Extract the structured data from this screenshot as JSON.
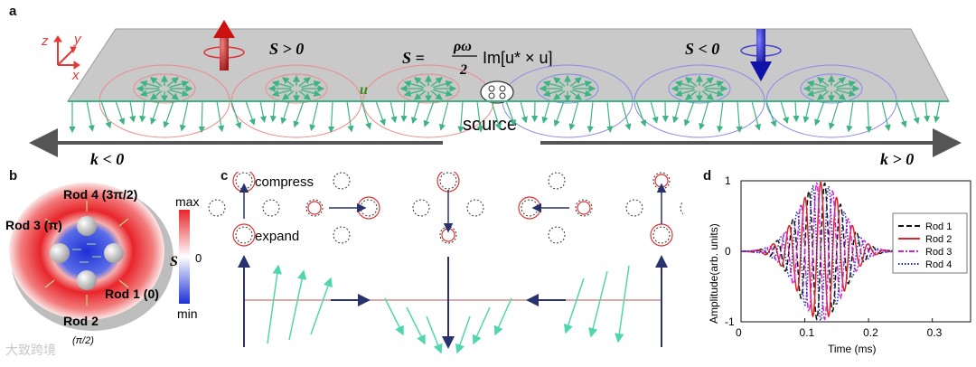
{
  "panels": {
    "a": {
      "letter": "a",
      "axes": {
        "z": "z",
        "y": "y",
        "x": "x"
      },
      "s_positive": "S > 0",
      "s_negative": "S < 0",
      "formula_lhs": "S =",
      "formula_num": "ρω",
      "formula_den": "2",
      "formula_rhs": "Im[u* × u]",
      "u_label": "u",
      "source_label": "source",
      "k_negative": "k < 0",
      "k_positive": "k > 0"
    },
    "b": {
      "letter": "b",
      "rod4": "Rod 4 (3π/2)",
      "rod3": "Rod 3 (π)",
      "rod1": "Rod 1 (0)",
      "rod2": "Rod 2",
      "rod2_phase": "(π/2)",
      "colorbar_max": "max",
      "colorbar_zero": "0",
      "colorbar_min": "min",
      "colorbar_symbol": "S",
      "colors": {
        "max": "#e8252b",
        "min": "#1d2fd6"
      }
    },
    "c": {
      "letter": "c",
      "compress_label": "compress",
      "expand_label": "expand",
      "arrow_color": "#28336e",
      "vector_color": "#4fd6ad"
    },
    "d": {
      "letter": "d",
      "ylabel": "Amplitude(arb. units)",
      "xlabel": "Time (ms)",
      "xticks": [
        "0",
        "0.1",
        "0.2",
        "0.3"
      ],
      "yticks": [
        "1",
        "0",
        "-1"
      ],
      "legend": [
        "Rod 1",
        "Rod 2",
        "Rod 3",
        "Rod 4"
      ]
    }
  },
  "chart_data": {
    "type": "line",
    "xlabel": "Time (ms)",
    "ylabel": "Amplitude(arb. units)",
    "xlim": [
      0,
      0.36
    ],
    "ylim": [
      -1,
      1
    ],
    "legend_position": "right",
    "grid": false,
    "series": [
      {
        "name": "Rod 1",
        "color": "#111111",
        "style": "dashed",
        "phase": 0
      },
      {
        "name": "Rod 2",
        "color": "#d9262b",
        "style": "solid",
        "phase": 1.5708
      },
      {
        "name": "Rod 3",
        "color": "#d020d8",
        "style": "dashdot",
        "phase": 3.1416
      },
      {
        "name": "Rod 4",
        "color": "#1f2bb5",
        "style": "dotted",
        "phase": 4.7124
      }
    ],
    "envelope_center_ms": 0.125,
    "envelope_width_ms": 0.05,
    "frequency_khz": 40
  },
  "watermark": "大致跨境"
}
